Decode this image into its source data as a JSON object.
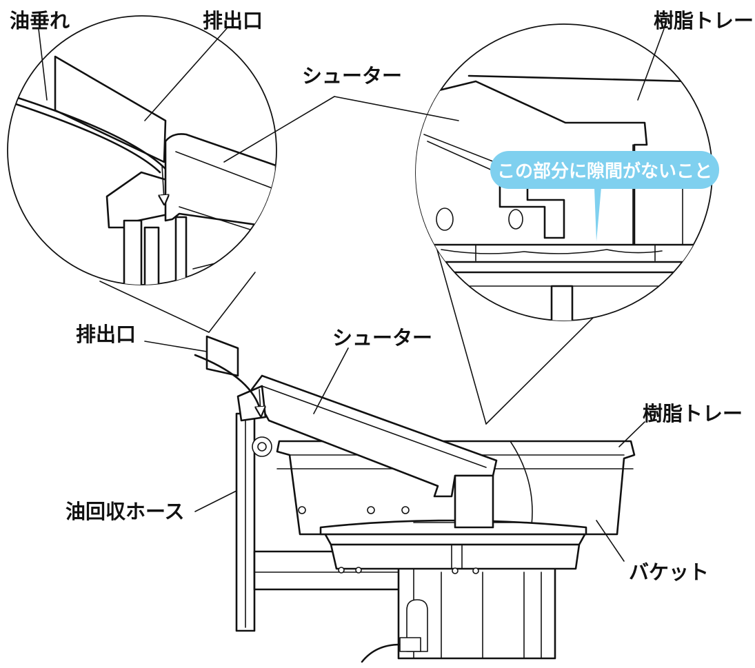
{
  "labels": {
    "oil_drip": "油垂れ",
    "outlet_zoom": "排出口",
    "chute_zoom": "シューター",
    "resin_tray_zoom": "樹脂トレー",
    "outlet": "排出口",
    "chute": "シューター",
    "resin_tray": "樹脂トレー",
    "oil_hose": "油回収ホース",
    "bucket": "バケット"
  },
  "callout": {
    "text": "この部分に隙間がないこと",
    "color": "#7fd0ef"
  }
}
